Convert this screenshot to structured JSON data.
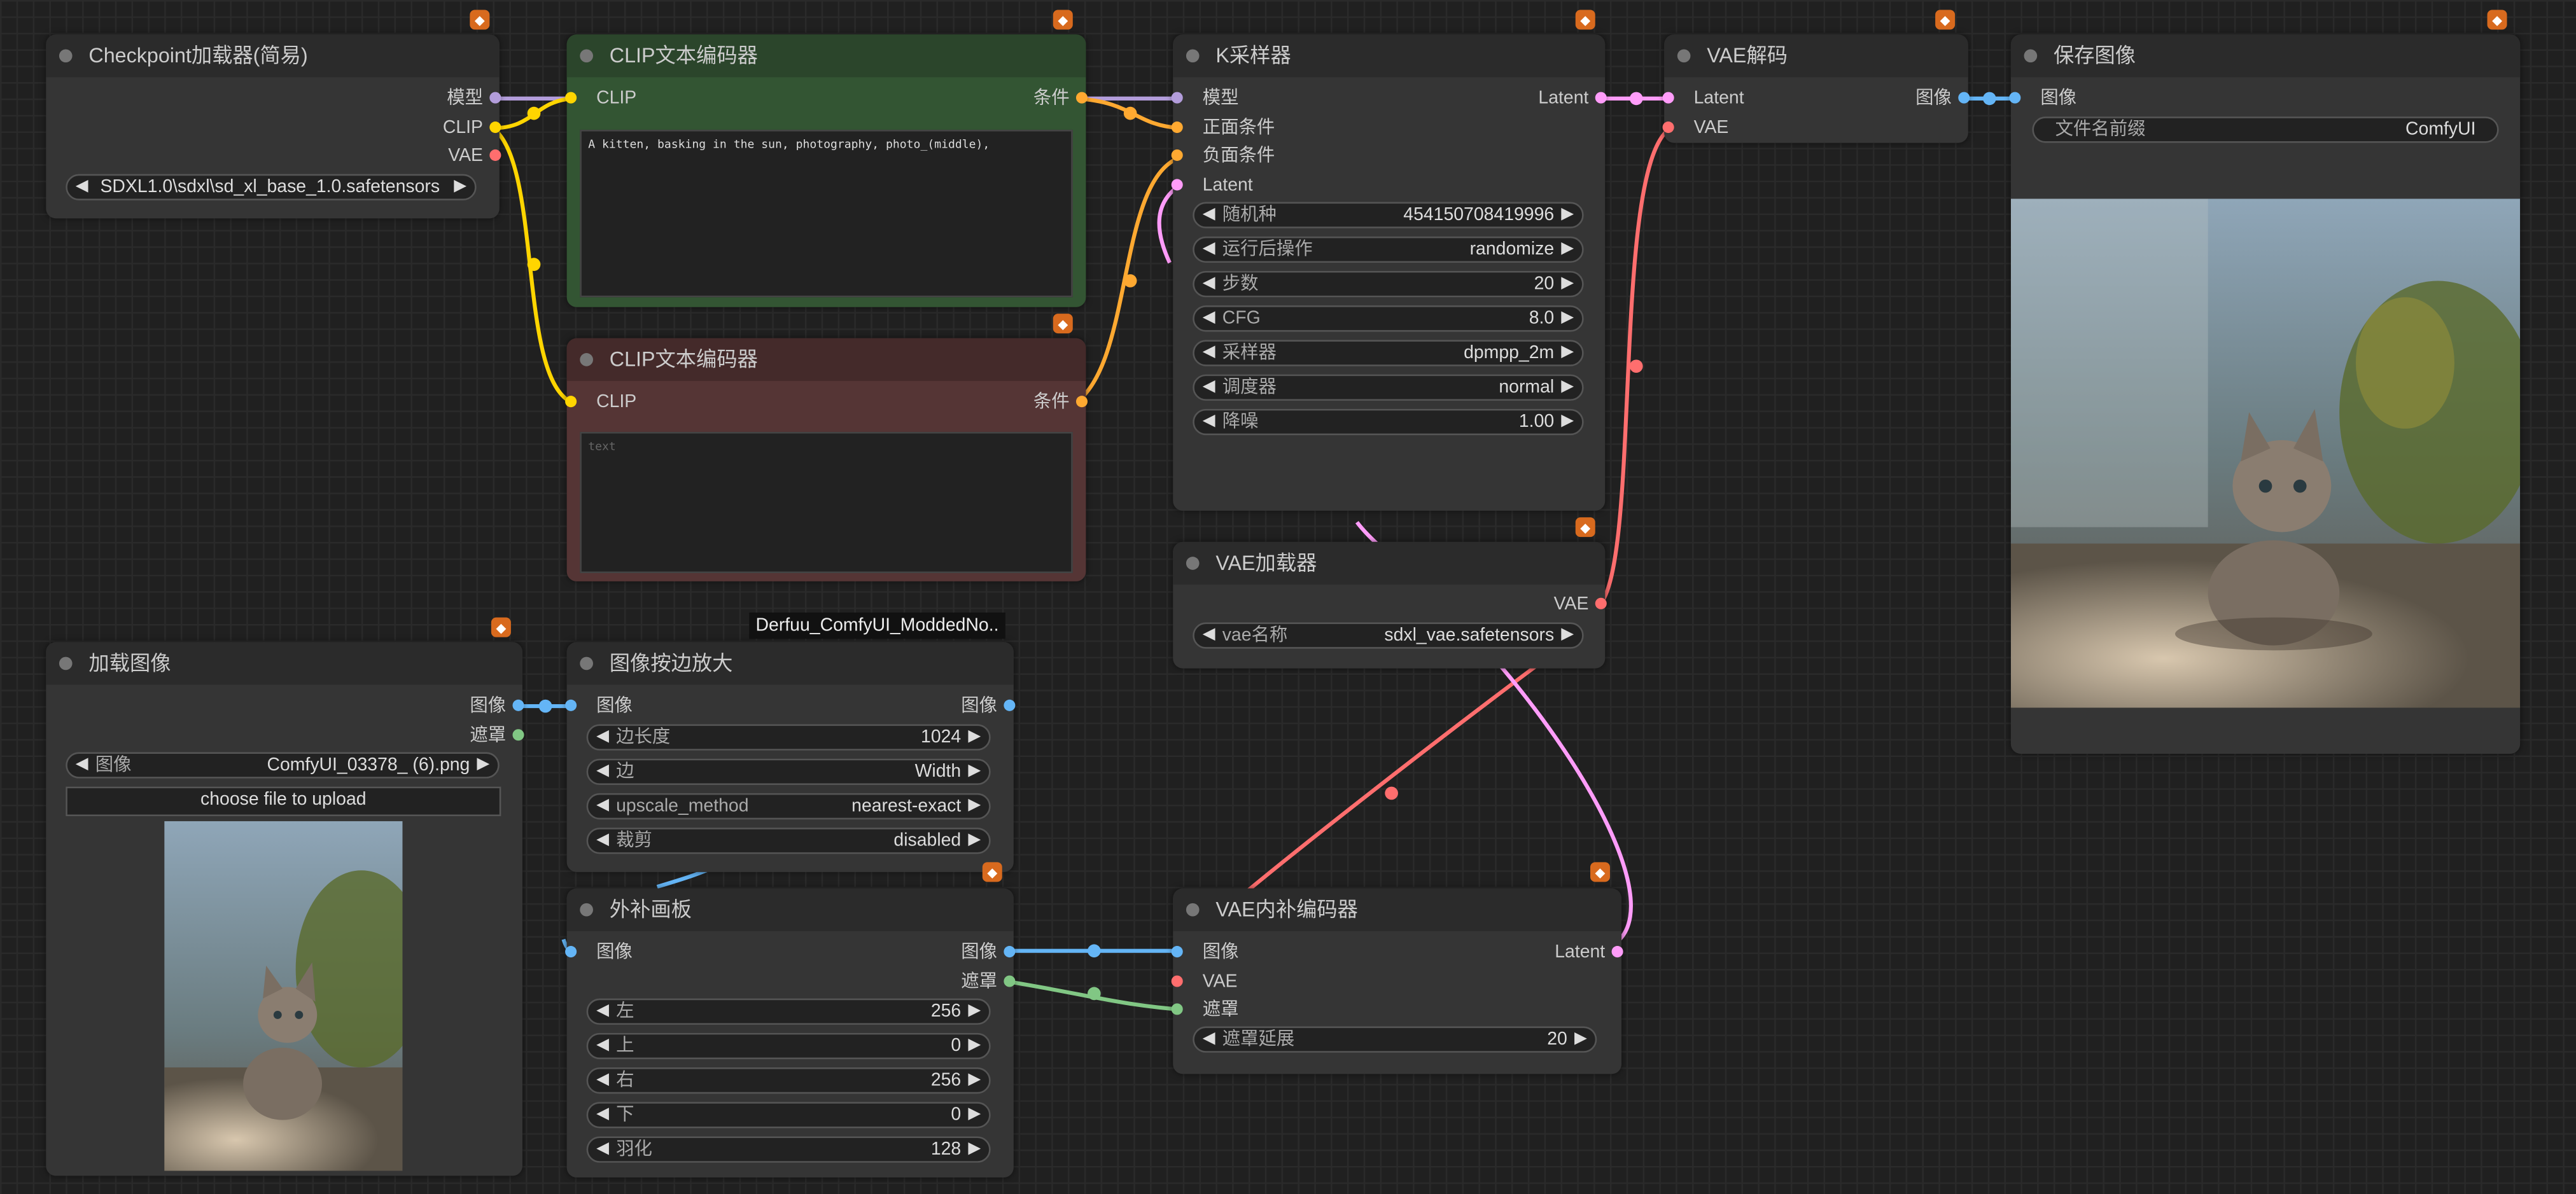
{
  "nodes": {
    "checkpoint": {
      "title": "Checkpoint加载器(简易)",
      "out_model": "模型",
      "out_clip": "CLIP",
      "out_vae": "VAE",
      "ckpt_value": "SDXL1.0\\sdxl\\sd_xl_base_1.0.safetensors"
    },
    "clip_pos": {
      "title": "CLIP文本编码器",
      "in_clip": "CLIP",
      "out_cond": "条件",
      "text": "A kitten, basking in the sun, photography, photo_(middle),"
    },
    "clip_neg": {
      "title": "CLIP文本编码器",
      "in_clip": "CLIP",
      "out_cond": "条件",
      "placeholder": "text"
    },
    "ksampler": {
      "title": "K采样器",
      "in_model": "模型",
      "in_pos": "正面条件",
      "in_neg": "负面条件",
      "in_latent": "Latent",
      "out_latent": "Latent",
      "widgets": [
        {
          "label": "随机种",
          "value": "454150708419996"
        },
        {
          "label": "运行后操作",
          "value": "randomize"
        },
        {
          "label": "步数",
          "value": "20"
        },
        {
          "label": "CFG",
          "value": "8.0"
        },
        {
          "label": "采样器",
          "value": "dpmpp_2m"
        },
        {
          "label": "调度器",
          "value": "normal"
        },
        {
          "label": "降噪",
          "value": "1.00"
        }
      ]
    },
    "vae_decode": {
      "title": "VAE解码",
      "in_latent": "Latent",
      "in_vae": "VAE",
      "out_image": "图像"
    },
    "save_image": {
      "title": "保存图像",
      "in_image": "图像",
      "prefix_label": "文件名前缀",
      "prefix_value": "ComfyUI"
    },
    "vae_loader": {
      "title": "VAE加载器",
      "out_vae": "VAE",
      "vae_label": "vae名称",
      "vae_value": "sdxl_vae.safetensors"
    },
    "load_image": {
      "title": "加载图像",
      "out_image": "图像",
      "out_mask": "遮罩",
      "image_label": "图像",
      "image_value": "ComfyUI_03378_ (6).png",
      "upload_label": "choose file to upload"
    },
    "upscale": {
      "title": "图像按边放大",
      "ext_label": "Derfuu_ComfyUI_ModdedNo..",
      "in_image": "图像",
      "out_image": "图像",
      "widgets": [
        {
          "label": "边长度",
          "value": "1024"
        },
        {
          "label": "边",
          "value": "Width"
        },
        {
          "label": "upscale_method",
          "value": "nearest-exact"
        },
        {
          "label": "裁剪",
          "value": "disabled"
        }
      ]
    },
    "outpaint": {
      "title": "外补画板",
      "in_image": "图像",
      "out_image": "图像",
      "out_mask": "遮罩",
      "widgets": [
        {
          "label": "左",
          "value": "256"
        },
        {
          "label": "上",
          "value": "0"
        },
        {
          "label": "右",
          "value": "256"
        },
        {
          "label": "下",
          "value": "0"
        },
        {
          "label": "羽化",
          "value": "128"
        }
      ]
    },
    "vae_inpaint": {
      "title": "VAE内补编码器",
      "in_image": "图像",
      "in_vae": "VAE",
      "in_mask": "遮罩",
      "out_latent": "Latent",
      "widgets": [
        {
          "label": "遮罩延展",
          "value": "20"
        }
      ]
    }
  },
  "colors": {
    "model": "#b39ddb",
    "clip": "#ffd500",
    "vae": "#ff6e6e",
    "cond": "#ffa931",
    "latent": "#ff9cf9",
    "image": "#64b5f6",
    "mask": "#81c784",
    "badge": "#d86a1e"
  },
  "icons": {
    "badge": "fox-icon"
  }
}
